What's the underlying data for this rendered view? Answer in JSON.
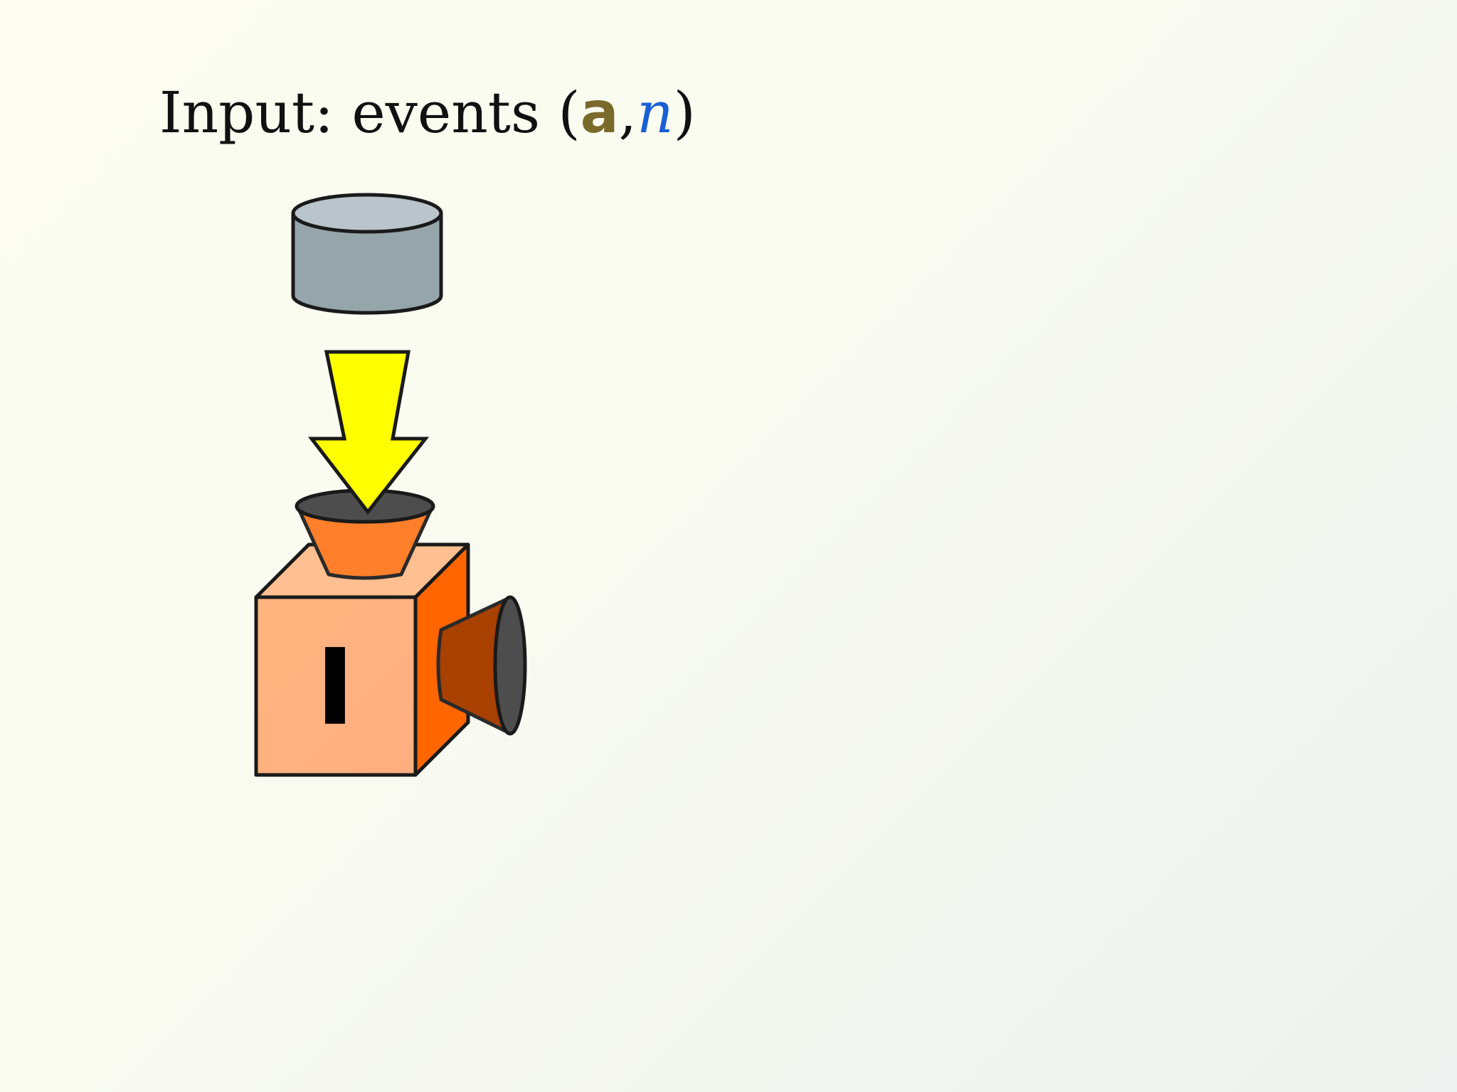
{
  "title": {
    "prefix": "Input: events (",
    "symbol_a": "a",
    "separator": ",",
    "symbol_n": "n",
    "suffix": ")"
  },
  "machine": {
    "label": "I"
  },
  "colors": {
    "database": "#96a5aa",
    "database_top": "#b9c5ca",
    "arrow": "#ffff00",
    "hopper": "#ff7f2a",
    "box_front": "#ffb380",
    "box_top": "#ffbf90",
    "box_side": "#ff6600",
    "nozzle": "#a84000",
    "nozzle_opening": "#4d4d4d",
    "symbol_a": "#7a6a2a",
    "symbol_n": "#1a5fd6"
  },
  "icons": [
    "database-icon",
    "down-arrow-icon",
    "input-machine-icon"
  ]
}
